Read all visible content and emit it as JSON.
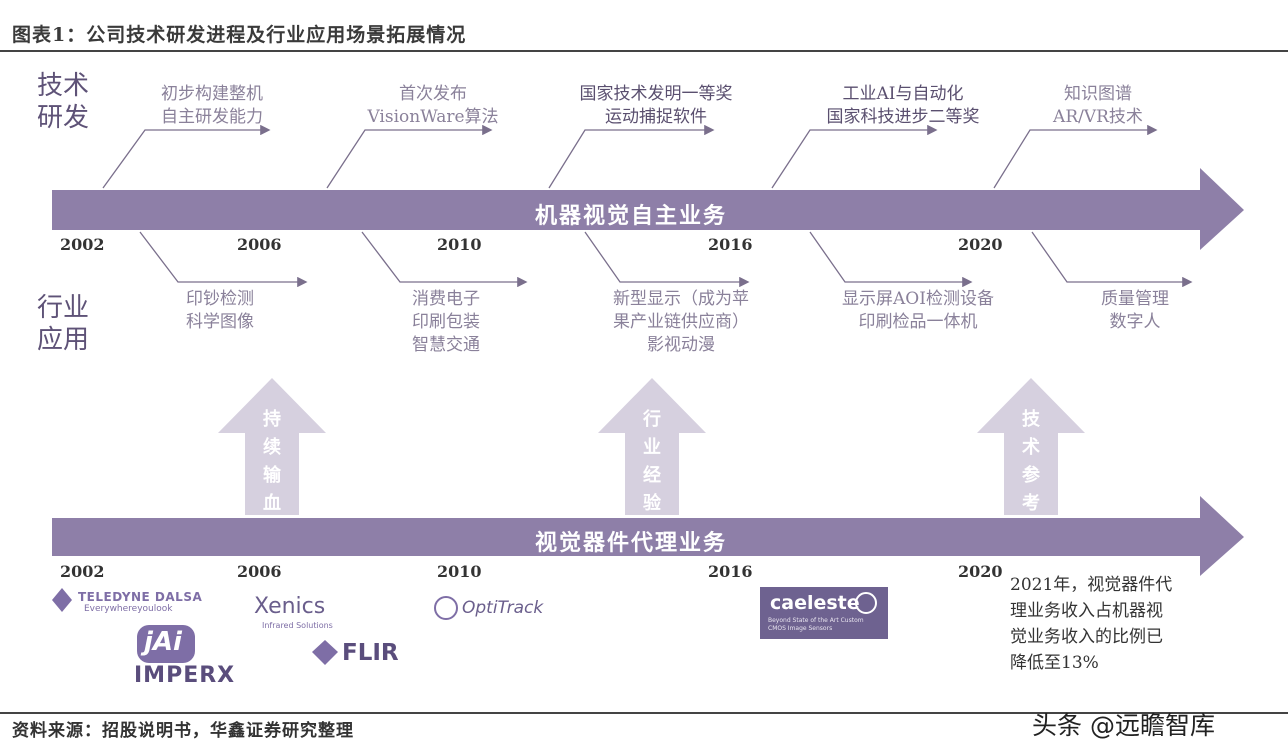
{
  "title": "图表1：公司技术研发进程及行业应用场景拓展情况",
  "row_labels": {
    "tech": [
      "技术",
      "研发"
    ],
    "industry": [
      "行业",
      "应用"
    ]
  },
  "band_top_label": "机器视觉自主业务",
  "band_bottom_label": "视觉器件代理业务",
  "years_top": [
    "2002",
    "2006",
    "2010",
    "2016",
    "2020"
  ],
  "years_bottom": [
    "2002",
    "2006",
    "2010",
    "2016",
    "2020"
  ],
  "tech_items": [
    {
      "lines": [
        "初步构建整机",
        "自主研发能力"
      ]
    },
    {
      "lines": [
        "首次发布",
        "VisionWare算法"
      ]
    },
    {
      "lines": [
        "国家技术发明一等奖",
        "运动捕捉软件"
      ]
    },
    {
      "lines": [
        "工业AI与自动化",
        "国家科技进步二等奖"
      ]
    },
    {
      "lines": [
        "知识图谱",
        "AR/VR技术"
      ]
    }
  ],
  "industry_items": [
    {
      "lines": [
        "印钞检测",
        "科学图像"
      ]
    },
    {
      "lines": [
        "消费电子",
        "印刷包装",
        "智慧交通"
      ]
    },
    {
      "lines": [
        "新型显示（成为苹",
        "果产业链供应商）",
        "影视动漫"
      ]
    },
    {
      "lines": [
        "显示屏AOI检测设备",
        "印刷检品一体机"
      ]
    },
    {
      "lines": [
        "质量管理",
        "数字人"
      ]
    }
  ],
  "up_arrows": [
    {
      "chars": [
        "持",
        "续",
        "输",
        "血"
      ]
    },
    {
      "chars": [
        "行",
        "业",
        "经",
        "验"
      ]
    },
    {
      "chars": [
        "技",
        "术",
        "参",
        "考"
      ]
    }
  ],
  "logos": {
    "teledyne": "TELEDYNE DALSA",
    "teledyne_sub": "Everywhereyoulook",
    "jai": "jAi",
    "imperx": "IMPERX",
    "xenics": "Xenics",
    "xenics_sub": "Infrared Solutions",
    "flir": "FLIR",
    "optitrack": "OptiTrack",
    "caeleste": "caeleste",
    "caeleste_sub": "Beyond State of the Art Custom CMOS Image Sensors"
  },
  "note_lines": [
    "2021年，视觉器件代",
    "理业务收入占机器视",
    "觉业务收入的比例已",
    "降低至13%"
  ],
  "source": "资料来源：招股说明书，华鑫证券研究整理",
  "watermark": "头条 @远瞻智库",
  "colors": {
    "band": "#8e7fa8",
    "up_arrow": "#d6d0df",
    "connector": "#7a6f8c",
    "text_dark": "#5a4f6f"
  }
}
